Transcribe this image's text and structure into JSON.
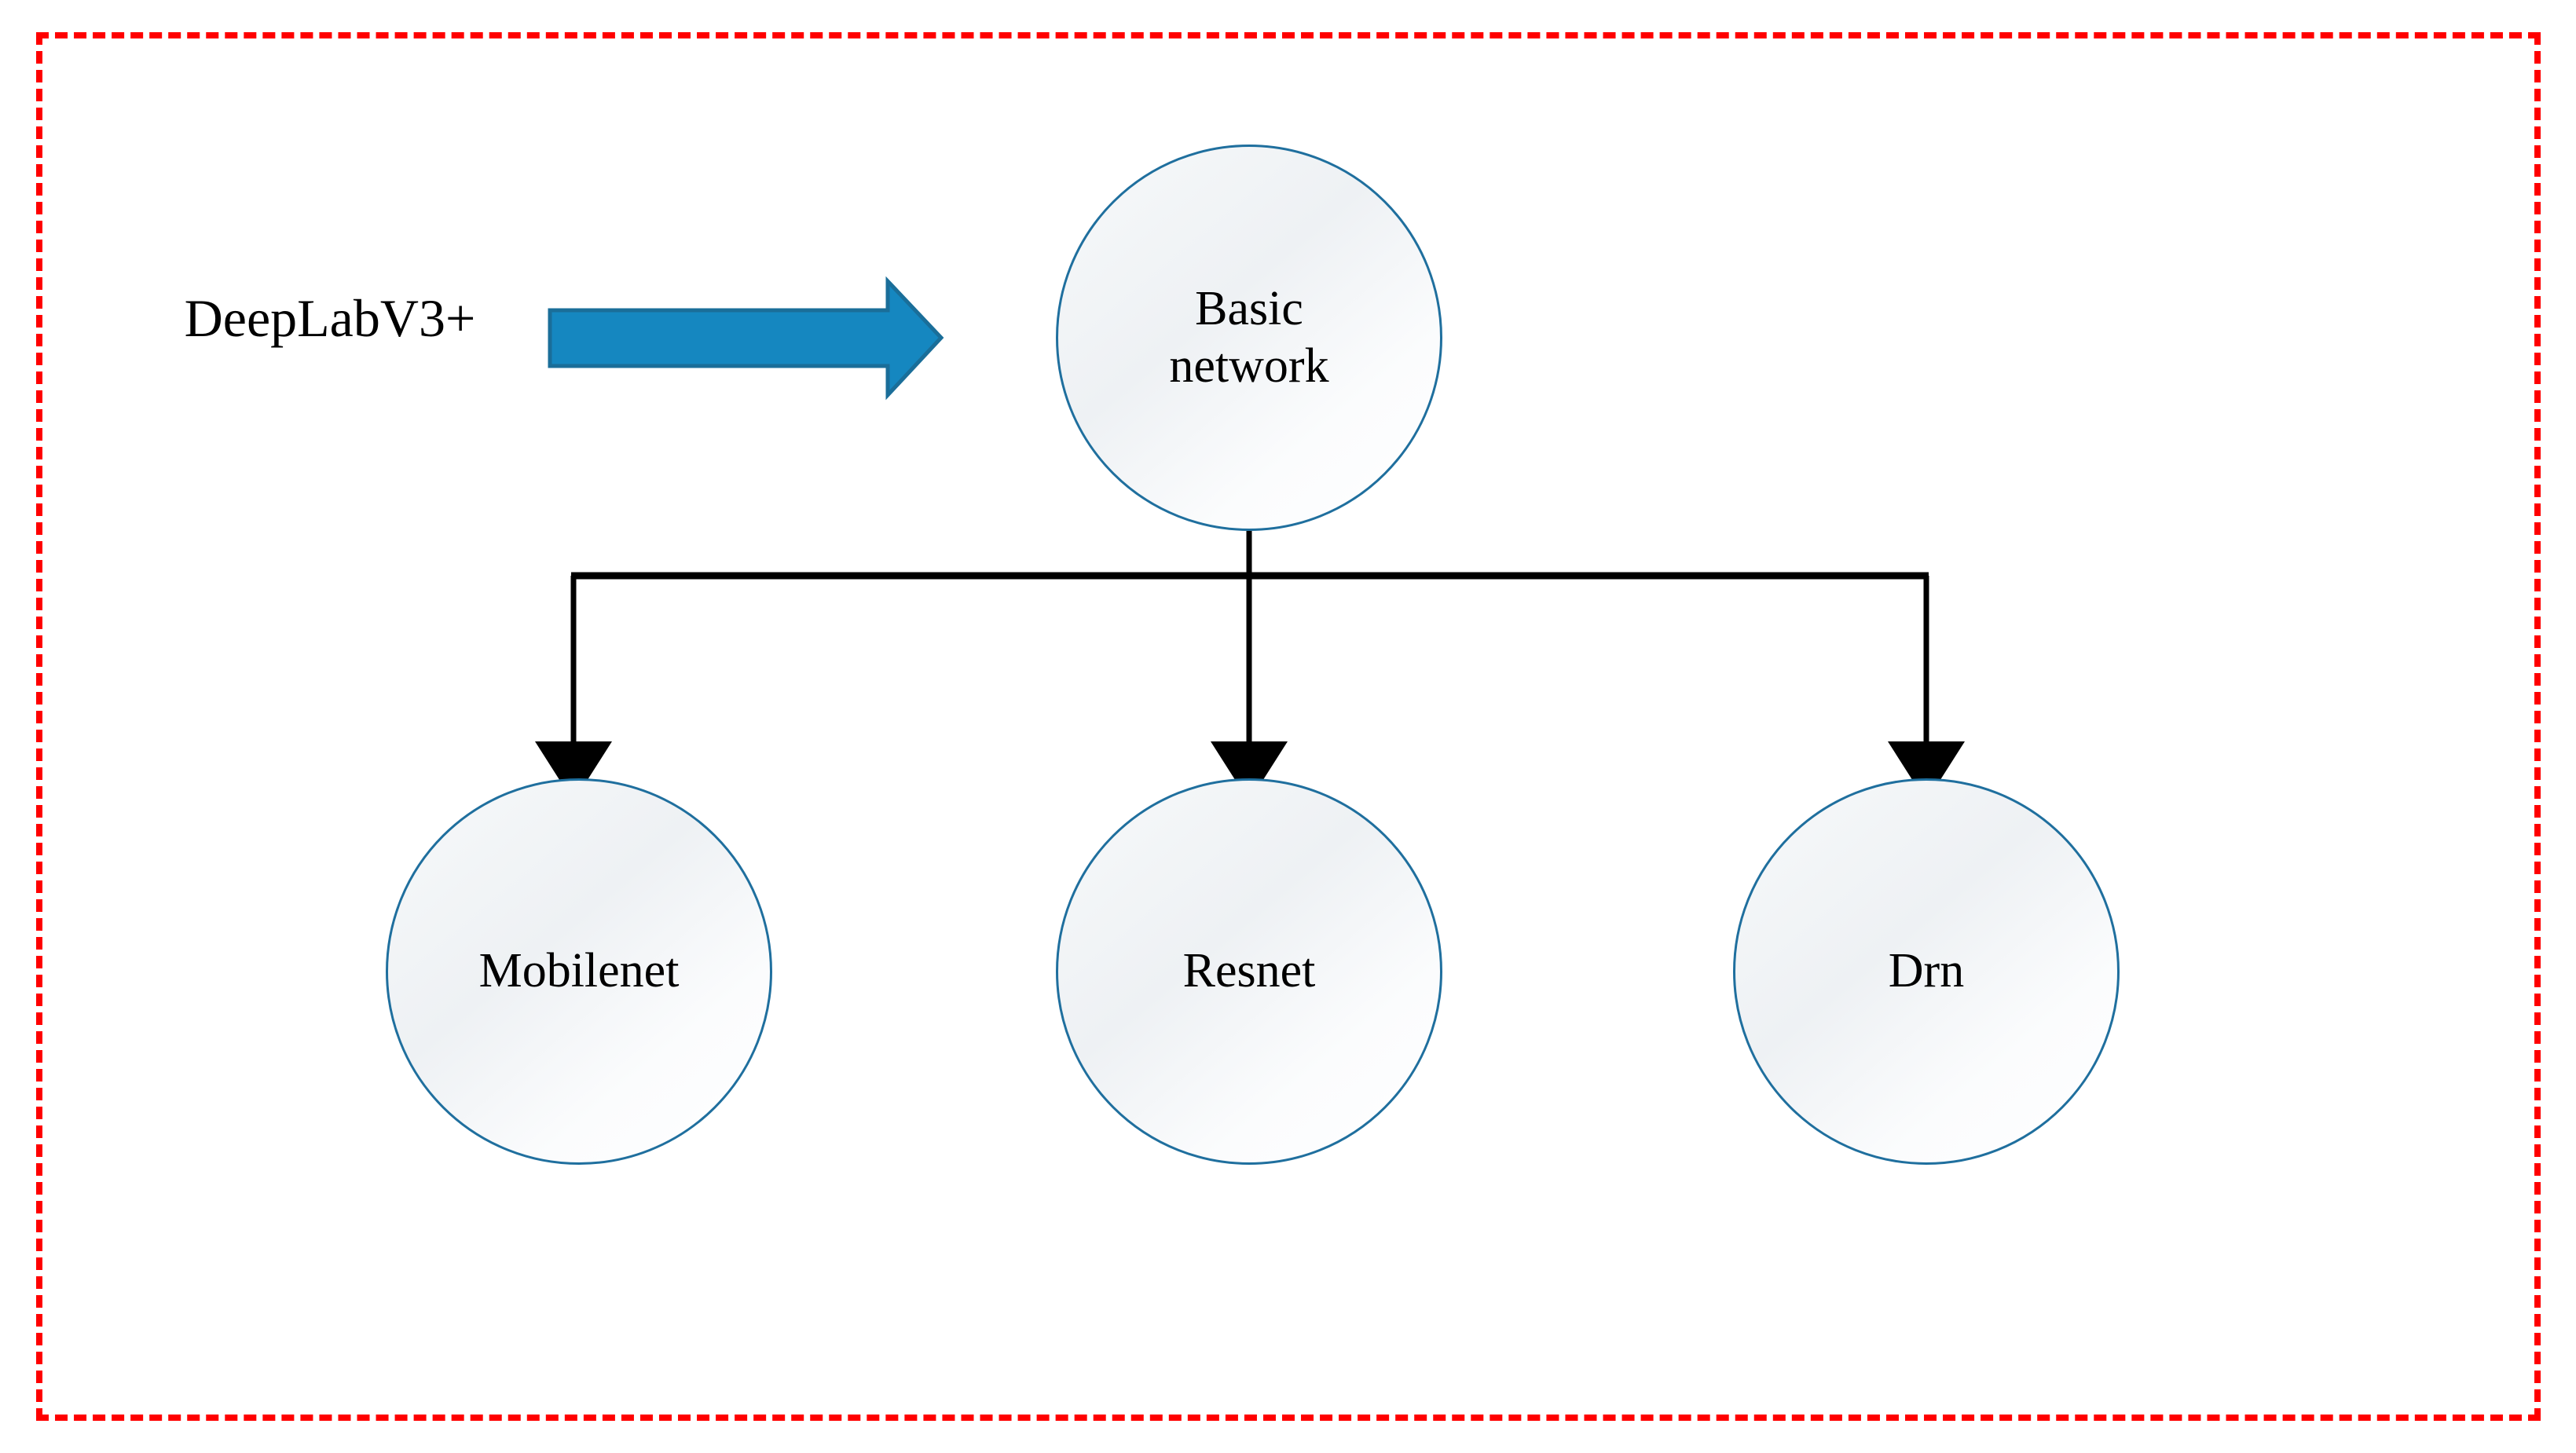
{
  "diagram": {
    "title": "DeepLabV3+ basic network backbone options",
    "frame": {
      "style": "dashed",
      "color": "#ff0000"
    },
    "source": {
      "label": "DeepLabV3+",
      "arrow_icon": "right-block-arrow-icon",
      "arrow_fill": "#1587c0",
      "arrow_stroke": "#1a6e99"
    },
    "nodes": [
      {
        "id": "basic",
        "label": "Basic\nnetwork",
        "shape": "circle",
        "border_color": "#1f6f9e"
      },
      {
        "id": "mobilenet",
        "label": "Mobilenet",
        "shape": "circle",
        "border_color": "#1f6f9e"
      },
      {
        "id": "resnet",
        "label": "Resnet",
        "shape": "circle",
        "border_color": "#1f6f9e"
      },
      {
        "id": "drn",
        "label": "Drn",
        "shape": "circle",
        "border_color": "#1f6f9e"
      }
    ],
    "edges": [
      {
        "from": "basic",
        "to": "mobilenet",
        "style": "orthogonal",
        "arrowhead": "filled-triangle",
        "color": "#000000"
      },
      {
        "from": "basic",
        "to": "resnet",
        "style": "straight",
        "arrowhead": "filled-triangle",
        "color": "#000000"
      },
      {
        "from": "basic",
        "to": "drn",
        "style": "orthogonal",
        "arrowhead": "filled-triangle",
        "color": "#000000"
      }
    ]
  }
}
